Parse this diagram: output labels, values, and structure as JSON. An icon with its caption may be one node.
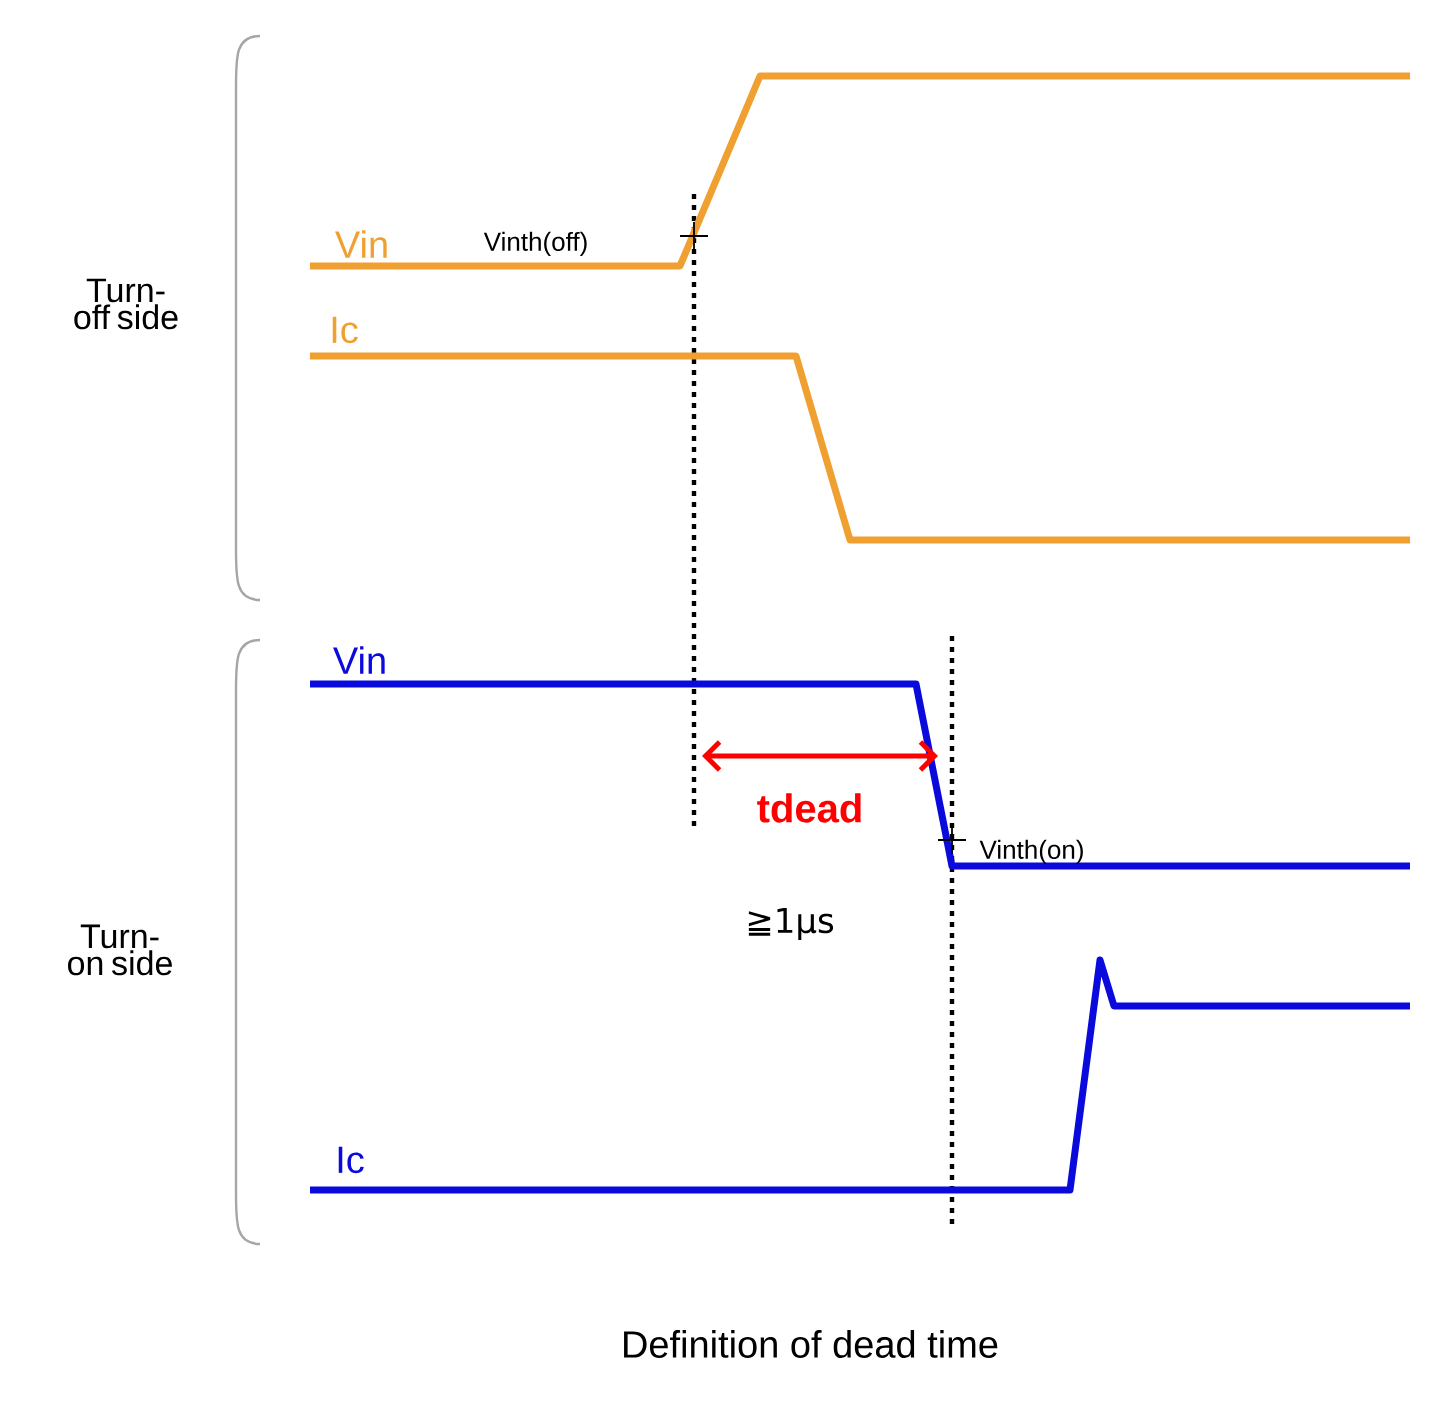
{
  "diagram": {
    "caption": "Definition of dead time",
    "labels": [
      "Turn-off side",
      "Vin",
      "Vinth(off)",
      "Ic",
      "Vin",
      "tdead",
      "Vinth(on)",
      "Turn-on side",
      "≧1μs",
      "Ic"
    ]
  }
}
